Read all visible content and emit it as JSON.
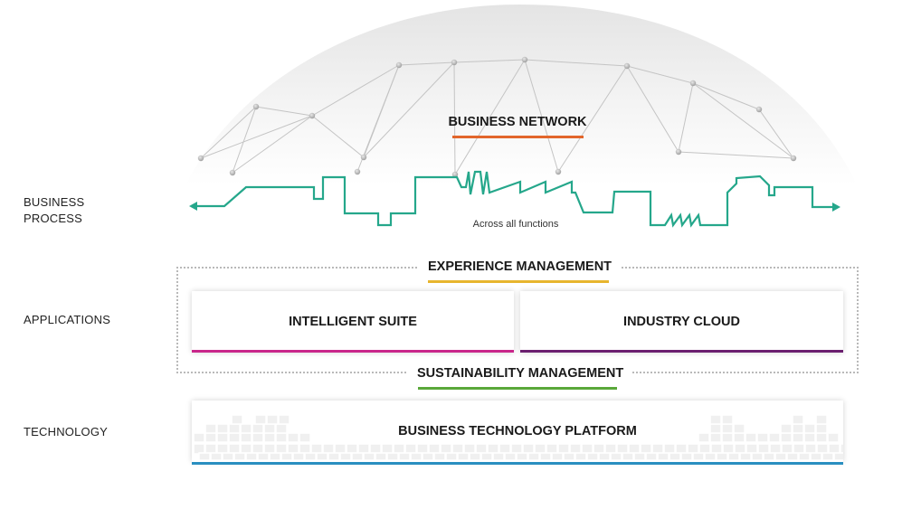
{
  "rows": {
    "business_process": [
      "BUSINESS",
      "PROCESS"
    ],
    "applications": "APPLICATIONS",
    "technology": "TECHNOLOGY"
  },
  "business_network": {
    "title": "BUSINESS NETWORK",
    "accent_color": "#e2662b"
  },
  "process_line": {
    "caption": "Across all functions",
    "color": "#25a78b"
  },
  "experience_management": {
    "title": "EXPERIENCE MANAGEMENT",
    "accent_color": "#e7b52e"
  },
  "applications": {
    "intelligent_suite": {
      "title": "INTELLIGENT SUITE",
      "accent_color": "#c9268a"
    },
    "industry_cloud": {
      "title": "INDUSTRY CLOUD",
      "accent_color": "#6b1f6f"
    }
  },
  "sustainability_management": {
    "title": "SUSTAINABILITY MANAGEMENT",
    "accent_color": "#5aa83a"
  },
  "platform": {
    "title": "BUSINESS TECHNOLOGY PLATFORM",
    "accent_color": "#2a8fc0"
  }
}
